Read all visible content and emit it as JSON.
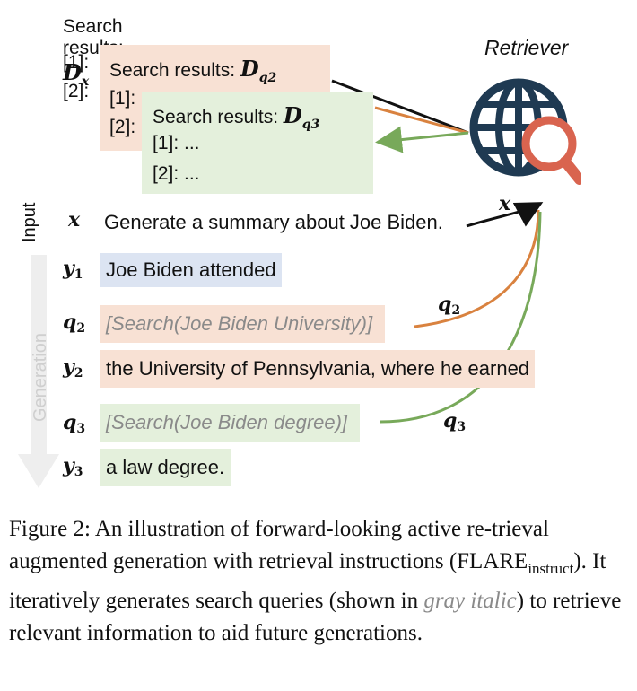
{
  "figure": {
    "retriever_label": "Retriever",
    "search_results_label": "Search results:",
    "dx": {
      "script": "D",
      "sub": "x"
    },
    "dq2": {
      "script": "D",
      "sub": "q2"
    },
    "dq3": {
      "script": "D",
      "sub": "q3"
    },
    "items": [
      "[1]:",
      "[2]:"
    ],
    "items_full": [
      "[1]: ...",
      "[2]: ..."
    ],
    "input_label": "Input",
    "generation_label": "Generation",
    "rows": [
      {
        "var": "x",
        "sub": "",
        "text": "Generate a summary about Joe Biden."
      },
      {
        "var": "y",
        "sub": "1",
        "text": "Joe Biden attended"
      },
      {
        "var": "q",
        "sub": "2",
        "text": "[Search(Joe Biden University)]"
      },
      {
        "var": "y",
        "sub": "2",
        "text": "the University of Pennsylvania, where he earned"
      },
      {
        "var": "q",
        "sub": "3",
        "text": "[Search(Joe Biden degree)]"
      },
      {
        "var": "y",
        "sub": "3",
        "text": "a law degree."
      }
    ],
    "arrow_labels": {
      "x": "x",
      "q2": "q",
      "q2_sub": "2",
      "q3": "q",
      "q3_sub": "3"
    },
    "colors": {
      "orange": "#d9823f",
      "green": "#78a95a",
      "globe": "#1f3a52",
      "magnifier": "#d9644f"
    }
  },
  "caption": {
    "prefix": "Figure 2: An illustration of forward-looking active re-trieval augmented generation with retrieval instructions (FLARE",
    "sub": "instruct",
    "middle": "). It iteratively generates search queries (shown in ",
    "gray_italic": "gray italic",
    "suffix": ") to retrieve relevant information to aid future generations."
  }
}
